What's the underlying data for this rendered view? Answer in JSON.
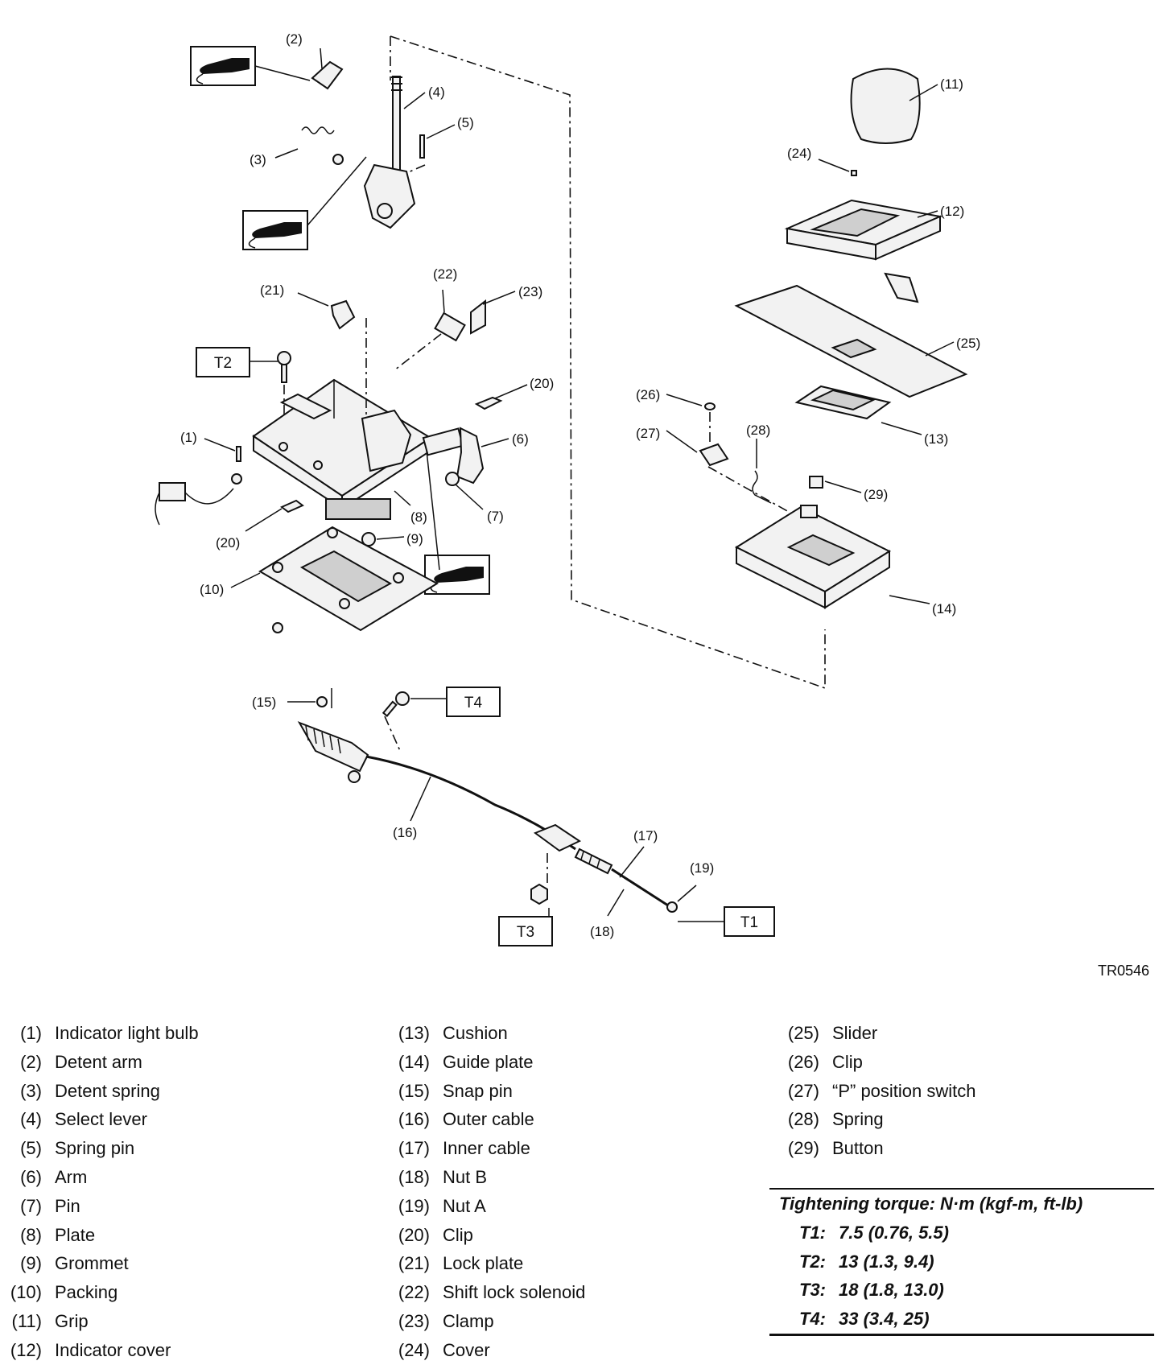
{
  "figure_code": "TR0546",
  "callouts": [
    "(1)",
    "(2)",
    "(3)",
    "(4)",
    "(5)",
    "(6)",
    "(7)",
    "(8)",
    "(9)",
    "(10)",
    "(11)",
    "(12)",
    "(13)",
    "(14)",
    "(15)",
    "(16)",
    "(17)",
    "(18)",
    "(19)",
    "(20)",
    "(20)",
    "(21)",
    "(22)",
    "(23)",
    "(24)",
    "(25)",
    "(26)",
    "(27)",
    "(28)",
    "(29)"
  ],
  "torque_boxes": [
    "T1",
    "T2",
    "T3",
    "T4"
  ],
  "legend": {
    "columns": [
      [
        {
          "num": "(1)",
          "name": "Indicator light bulb"
        },
        {
          "num": "(2)",
          "name": "Detent arm"
        },
        {
          "num": "(3)",
          "name": "Detent spring"
        },
        {
          "num": "(4)",
          "name": "Select lever"
        },
        {
          "num": "(5)",
          "name": "Spring pin"
        },
        {
          "num": "(6)",
          "name": "Arm"
        },
        {
          "num": "(7)",
          "name": "Pin"
        },
        {
          "num": "(8)",
          "name": "Plate"
        },
        {
          "num": "(9)",
          "name": "Grommet"
        },
        {
          "num": "(10)",
          "name": "Packing"
        },
        {
          "num": "(11)",
          "name": "Grip"
        },
        {
          "num": "(12)",
          "name": "Indicator cover"
        }
      ],
      [
        {
          "num": "(13)",
          "name": "Cushion"
        },
        {
          "num": "(14)",
          "name": "Guide plate"
        },
        {
          "num": "(15)",
          "name": "Snap pin"
        },
        {
          "num": "(16)",
          "name": "Outer cable"
        },
        {
          "num": "(17)",
          "name": "Inner cable"
        },
        {
          "num": "(18)",
          "name": "Nut B"
        },
        {
          "num": "(19)",
          "name": "Nut A"
        },
        {
          "num": "(20)",
          "name": "Clip"
        },
        {
          "num": "(21)",
          "name": "Lock plate"
        },
        {
          "num": "(22)",
          "name": "Shift lock solenoid"
        },
        {
          "num": "(23)",
          "name": "Clamp"
        },
        {
          "num": "(24)",
          "name": "Cover"
        }
      ],
      [
        {
          "num": "(25)",
          "name": "Slider"
        },
        {
          "num": "(26)",
          "name": "Clip"
        },
        {
          "num": "(27)",
          "name": "“P” position switch"
        },
        {
          "num": "(28)",
          "name": "Spring"
        },
        {
          "num": "(29)",
          "name": "Button"
        }
      ]
    ]
  },
  "torque": {
    "heading": "Tightening torque: N·m (kgf-m, ft-lb)",
    "rows": [
      {
        "key": "T1:",
        "value": "7.5 (0.76, 5.5)"
      },
      {
        "key": "T2:",
        "value": "13 (1.3, 9.4)"
      },
      {
        "key": "T3:",
        "value": "18 (1.8, 13.0)"
      },
      {
        "key": "T4:",
        "value": "33 (3.4, 25)"
      }
    ]
  }
}
